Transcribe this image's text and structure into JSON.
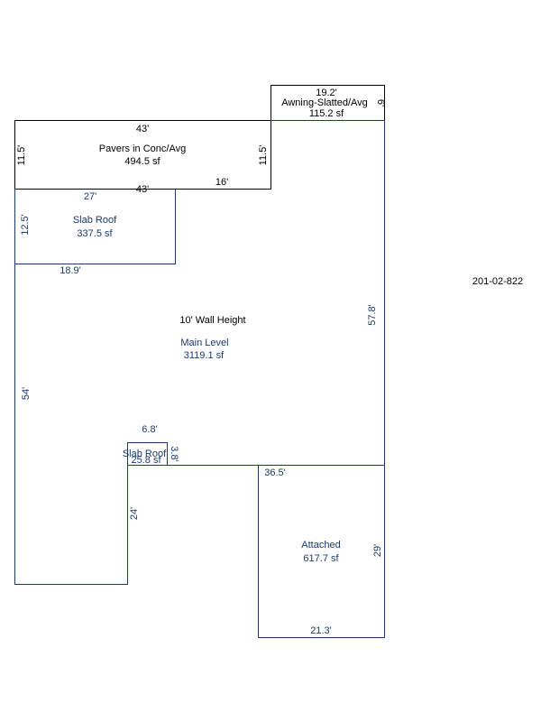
{
  "parcel_id": "201-02-822",
  "colors": {
    "outline_black": "#000000",
    "outline_blue": "#1a3a6e",
    "background": "#ffffff"
  },
  "areas": {
    "awning": {
      "name": "Awning-Slatted/Avg",
      "area": "115.2 sf",
      "dims": {
        "top": "19.2'",
        "side": "6'"
      }
    },
    "pavers": {
      "name": "Pavers in Conc/Avg",
      "area": "494.5 sf",
      "dims": {
        "top": "43'",
        "bottom": "43'",
        "left": "11.5'",
        "right": "11.5'"
      }
    },
    "slab_roof_upper": {
      "name": "Slab Roof",
      "area": "337.5 sf",
      "dims": {
        "top": "27'",
        "left": "12.5'",
        "bottom": "18.9'"
      }
    },
    "main_level": {
      "wall_height": "10' Wall Height",
      "name": "Main Level",
      "area": "3119.1 sf",
      "dims": {
        "top_right": "16'",
        "right": "57.8'",
        "left": "54'",
        "inner_left": "24'"
      }
    },
    "slab_roof_small": {
      "name": "Slab Roof",
      "area": "25.8 sf",
      "dims": {
        "top": "6.8'",
        "side": "3.8'"
      }
    },
    "attached": {
      "name": "Attached",
      "area": "617.7 sf",
      "dims": {
        "top": "36.5'",
        "right": "29'",
        "bottom": "21.3'"
      }
    }
  }
}
